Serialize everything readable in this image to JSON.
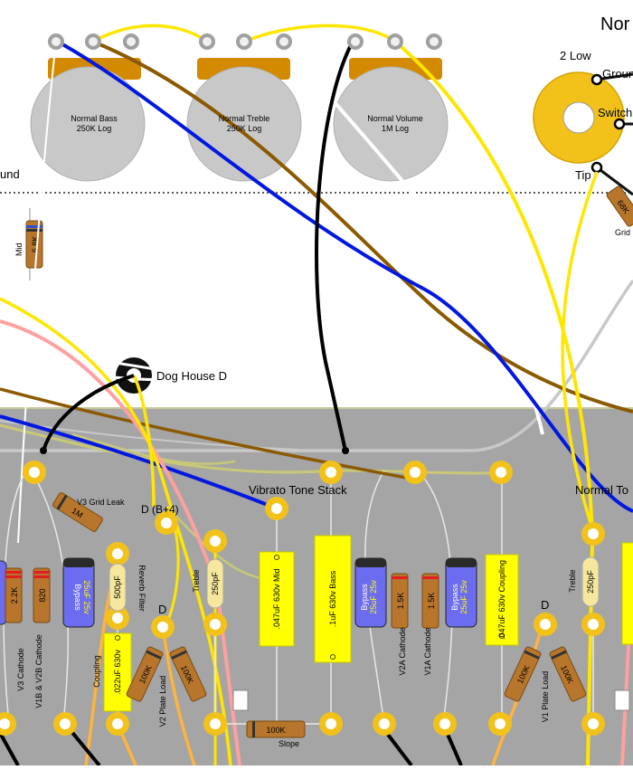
{
  "header": {
    "title_fragment": "Nor"
  },
  "pots": [
    {
      "name": "Normal Bass",
      "value": "250K Log"
    },
    {
      "name": "Normal Treble",
      "value": "250K Log"
    },
    {
      "name": "Normal Volume",
      "value": "1M Log"
    }
  ],
  "jack": {
    "title": "2 Low",
    "ground": "Ground",
    "switch": "Switch",
    "tip": "Tip",
    "grid": "Grid"
  },
  "left_edge_label": "und",
  "dog_house": "Dog House D",
  "resistors": {
    "mid_label": "Mid",
    "mid_value": "6.8K",
    "jack_res": "68K",
    "v3_grid_leak_label": "V3 Grid Leak",
    "v3_grid_leak_value": "1M",
    "v3_cathode_value": "2.2K",
    "v1b_v2b_cathode_value": "820",
    "v2_plate_a": "100K",
    "v2_plate_b": "100K",
    "slope_value": "100K",
    "slope_label": "Slope",
    "v2a_cathode_value": "1.5K",
    "v1a_cathode_value": "1.5K",
    "v1_plate_a": "100K",
    "v1_plate_b": "100K"
  },
  "labels": {
    "vibrato_tone_stack": "Vibrato Tone Stack",
    "normal_tone_fragment": "Normal To",
    "d_b4": "D (B+4)",
    "d_left": "D",
    "d_right": "D",
    "v3_cathode": "V3 Cathode",
    "v1b_v2b_cathode": "V1B & V2B Cathode",
    "coupling": "Coupling",
    "reverb_filter": "Reverb Filter",
    "v2_plate_load": "V2 Plate Load",
    "treble_left": "Treble",
    "treble_right": "Treble",
    "v2a_cathode": "V2A Cathode",
    "v1a_cathode": "V1A Cathode",
    "v1_plate_load": "V1 Plate Load"
  },
  "caps": {
    "reverb_500pf": "500pF",
    "coupling_022": ".022uF 630v",
    "treble_250pf_left": "250pF",
    "mid_047": ".047uF 630v Mid",
    "bass_1uf": ".1uF 630v Bass",
    "coupling_047": ".047uF 630v Coupling",
    "treble_250pf_right": "250pF",
    "bypass_label": "Bypass",
    "bypass_value": "25uF 25v"
  },
  "colors": {
    "board": "#a5a5a5",
    "board_edge": "#bdbd80",
    "pot_body": "#c8c8c8",
    "pot_tab": "#d48a00",
    "eyelet": "#f2c21b",
    "film_cap": "#ffff00",
    "ceramic_cap": "#f6e79c",
    "resistor": "#b7762c",
    "electrolytic": "#6c6cf0",
    "wire_blue": "#0018e0",
    "wire_brown": "#8b5a00",
    "wire_yellow": "#ffe600",
    "wire_pink": "#ffa0a0",
    "wire_orange": "#ffb43c",
    "wire_white": "#ffffff",
    "wire_gray": "#c8c8c8",
    "wire_black": "#000000"
  }
}
